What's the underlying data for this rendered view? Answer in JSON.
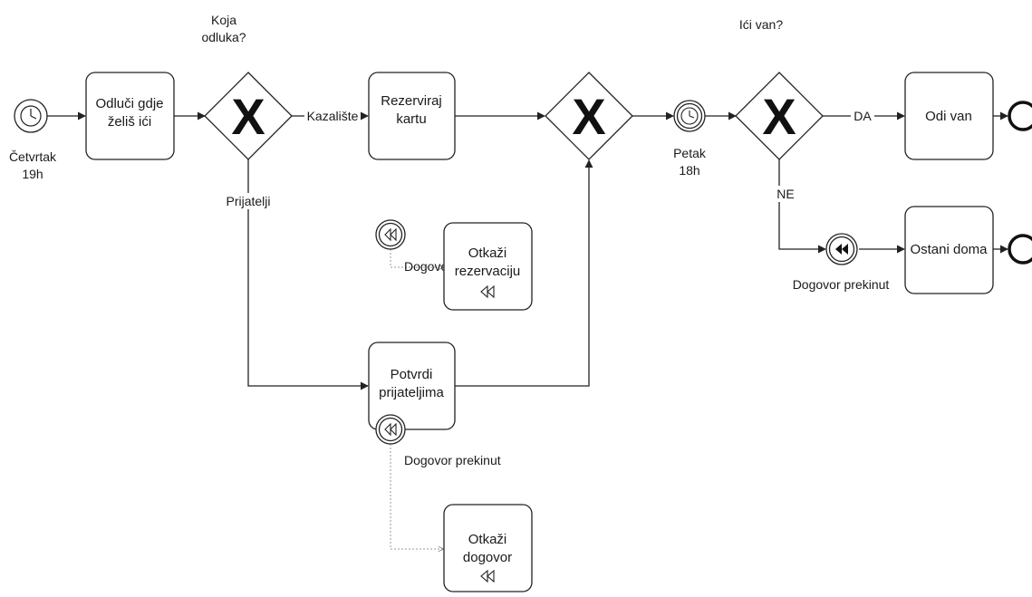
{
  "diagram": {
    "start_event": {
      "label_line1": "Četvrtak",
      "label_line2": "19h"
    },
    "task_decide": {
      "line1": "Odluči gdje",
      "line2": "želiš ići"
    },
    "gateway1": {
      "symbol": "X",
      "question_line1": "Koja",
      "question_line2": "odluka?"
    },
    "flow_kazaliste": "Kazalište",
    "flow_prijatelji": "Prijatelji",
    "task_reserve": {
      "line1": "Rezerviraj",
      "line2": "kartu"
    },
    "boundary_reserve_label": "Dogovor prekinut",
    "task_cancel_reservation": {
      "line1": "Otkaži",
      "line2": "rezervaciju",
      "marker": "《|"
    },
    "task_confirm": {
      "line1": "Potvrdi",
      "line2": "prijateljima"
    },
    "boundary_confirm_label": "Dogovor prekinut",
    "task_cancel_agreement": {
      "line1": "Otkaži",
      "line2": "dogovor",
      "marker": "《|"
    },
    "gateway_merge": {
      "symbol": "X"
    },
    "timer_event": {
      "label_line1": "Petak",
      "label_line2": "18h"
    },
    "gateway3": {
      "symbol": "X",
      "question": "Ići van?"
    },
    "flow_da": "DA",
    "flow_ne": "NE",
    "task_go_out": {
      "line1": "Odi van"
    },
    "compensation_event_label": "Dogovor prekinut",
    "task_stay_home": {
      "line1": "Ostani doma"
    }
  }
}
